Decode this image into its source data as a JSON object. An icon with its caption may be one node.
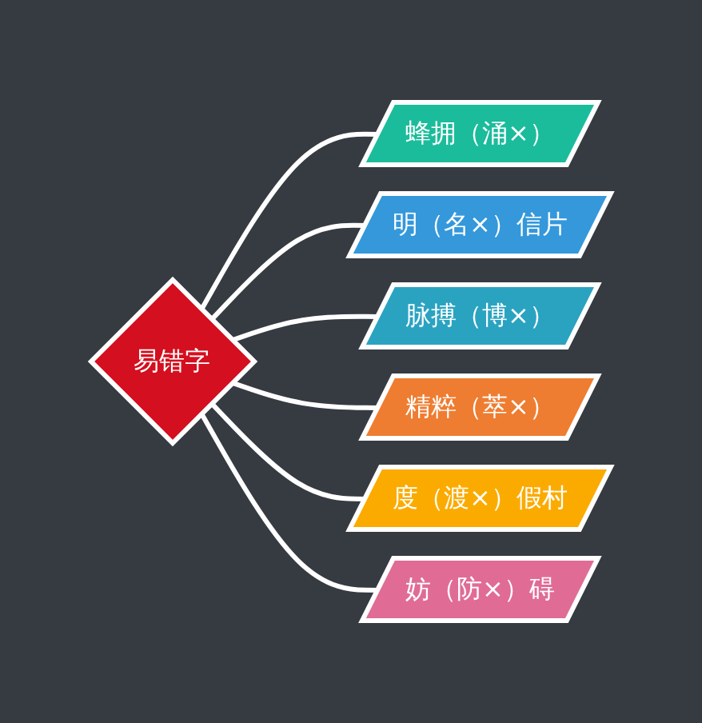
{
  "diagram": {
    "nodes": [
      {
        "text": [
          "易错字"
        ]
      },
      {
        "text": [
          "蜂拥（涌×）"
        ]
      },
      {
        "text": [
          "明（名×）信片"
        ]
      },
      {
        "text": [
          "脉搏（博×）"
        ]
      },
      {
        "text": [
          "精粹（萃×）"
        ]
      },
      {
        "text": [
          "度（渡×）假村"
        ]
      },
      {
        "text": [
          "妨（防×）碍"
        ]
      }
    ],
    "edges": [
      {
        "from": 0,
        "to": 1,
        "arrow": "none"
      },
      {
        "from": 0,
        "to": 2,
        "arrow": "none"
      },
      {
        "from": 0,
        "to": 3,
        "arrow": "none"
      },
      {
        "from": 0,
        "to": 4,
        "arrow": "none"
      },
      {
        "from": 0,
        "to": 5,
        "arrow": "none"
      },
      {
        "from": 0,
        "to": 6,
        "arrow": "none"
      }
    ]
  }
}
